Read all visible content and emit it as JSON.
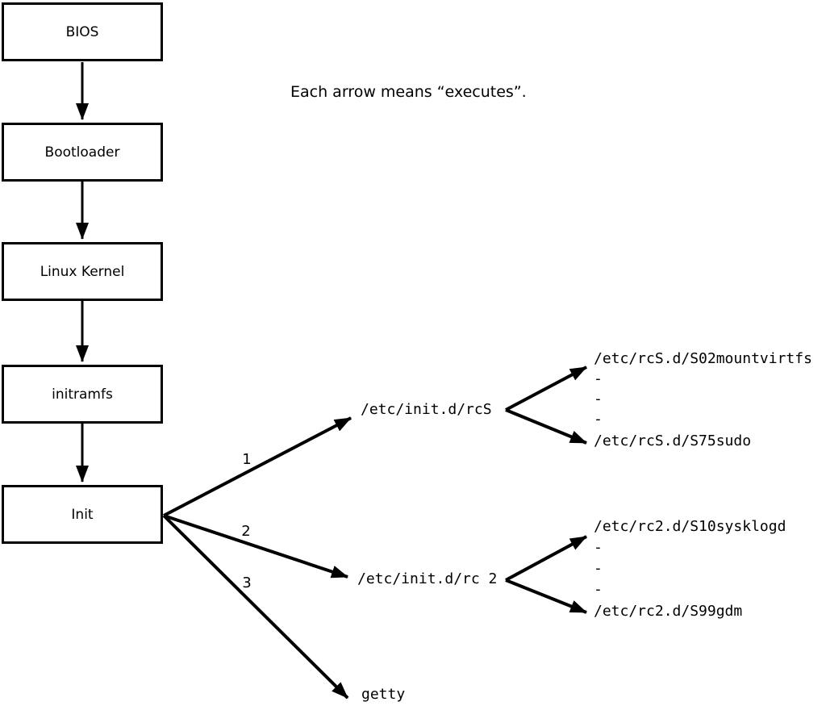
{
  "annotation": "Each arrow means “executes”.",
  "boxes": [
    {
      "label": "BIOS"
    },
    {
      "label": "Bootloader"
    },
    {
      "label": "Linux Kernel"
    },
    {
      "label": "initramfs"
    },
    {
      "label": "Init"
    }
  ],
  "init_arrows": [
    {
      "number": "1",
      "target": "/etc/init.d/rcS"
    },
    {
      "number": "2",
      "target": "/etc/init.d/rc 2"
    },
    {
      "number": "3",
      "target": "getty"
    }
  ],
  "fork_rcs": {
    "first": "/etc/rcS.d/S02mountvirtfs",
    "dashes": [
      "-",
      "-",
      "-"
    ],
    "last": "/etc/rcS.d/S75sudo"
  },
  "fork_rc2": {
    "first": "/etc/rc2.d/S10sysklogd",
    "dashes": [
      "-",
      "-",
      "-"
    ],
    "last": "/etc/rc2.d/S99gdm"
  },
  "colors": {
    "background": "#ffffff",
    "line": "#000000",
    "box_fill": "#ffffff",
    "text": "#000000"
  }
}
